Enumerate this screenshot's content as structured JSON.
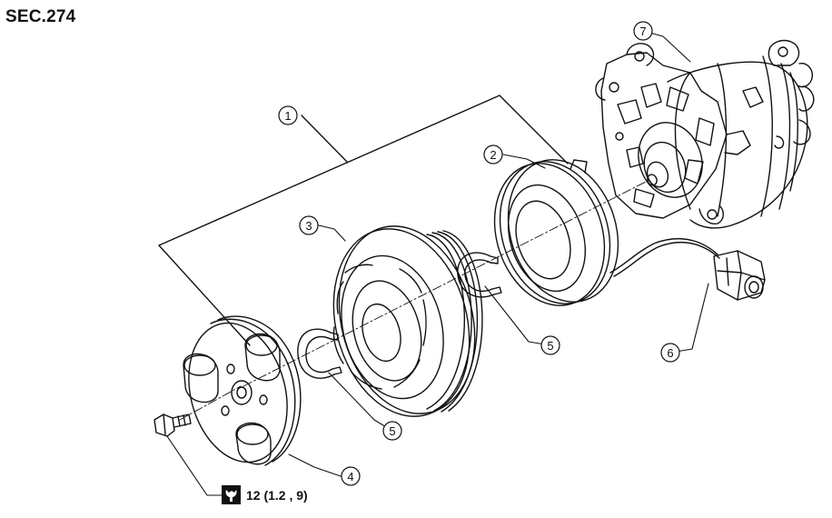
{
  "section_code": "SEC.274",
  "colors": {
    "line": "#111111",
    "background": "#ffffff"
  },
  "icons": {
    "torque": "torque-wrench-icon"
  },
  "callouts": [
    {
      "number": "1",
      "part": "compressor-clutch-assembly"
    },
    {
      "number": "2",
      "part": "field-coil"
    },
    {
      "number": "3",
      "part": "pulley"
    },
    {
      "number": "4",
      "part": "pressure-plate"
    },
    {
      "number": "5",
      "part": "snap-ring-pulley"
    },
    {
      "number": "5",
      "part": "snap-ring-field-coil"
    },
    {
      "number": "6",
      "part": "connector-harness"
    },
    {
      "number": "7",
      "part": "compressor"
    }
  ],
  "torque_spec": {
    "text": "12 (1.2 , 9)"
  }
}
